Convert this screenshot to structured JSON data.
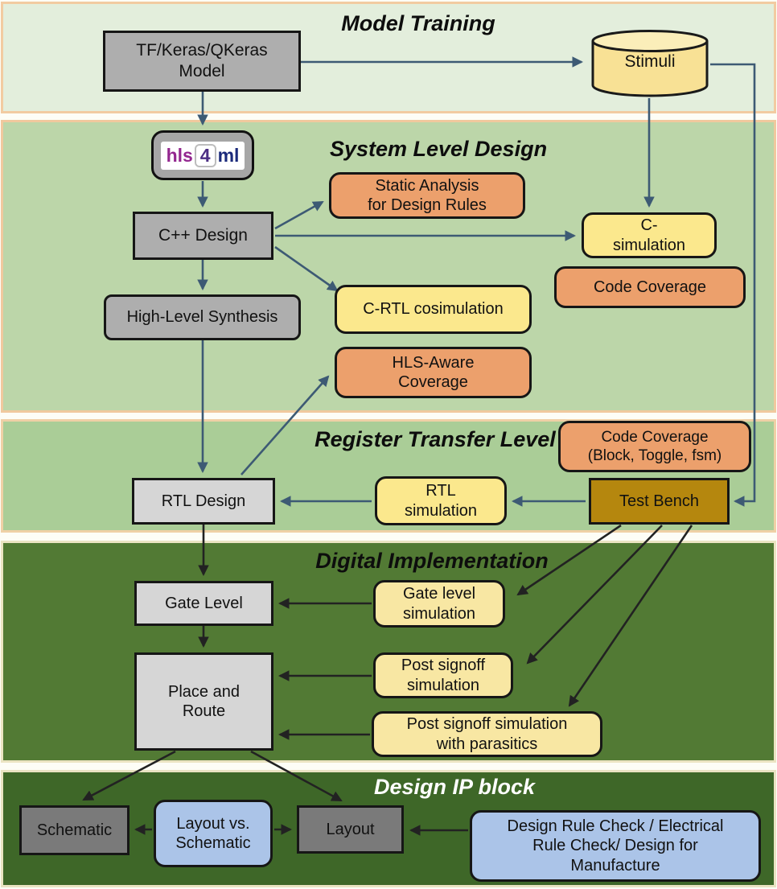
{
  "bands": {
    "model_training": {
      "title": "Model Training"
    },
    "system_level": {
      "title": "System Level Design"
    },
    "rtl": {
      "title": "Register Transfer Level"
    },
    "digital_impl": {
      "title": "Digital Implementation"
    },
    "design_ip": {
      "title": "Design IP block"
    }
  },
  "nodes": {
    "tf_model": {
      "label": "TF/Keras/QKeras\nModel"
    },
    "stimuli": {
      "label": "Stimuli"
    },
    "hls4ml": {
      "hls": "hls",
      "four": "4",
      "ml": "ml"
    },
    "c_design": {
      "label": "C++ Design"
    },
    "static_analysis": {
      "label": "Static Analysis\nfor Design Rules"
    },
    "c_simulation": {
      "label": "C-\nsimulation"
    },
    "code_coverage_sl": {
      "label": "Code Coverage"
    },
    "c_rtl_cosim": {
      "label": "C-RTL cosimulation"
    },
    "hls_synthesis": {
      "label": "High-Level Synthesis"
    },
    "hls_aware": {
      "label": "HLS-Aware\nCoverage"
    },
    "code_coverage_rtl": {
      "label": "Code Coverage\n(Block, Toggle, fsm)"
    },
    "rtl_design": {
      "label": "RTL Design"
    },
    "rtl_simulation": {
      "label": "RTL\nsimulation"
    },
    "test_bench": {
      "label": "Test Bench"
    },
    "gate_level": {
      "label": "Gate Level"
    },
    "gate_level_sim": {
      "label": "Gate level\nsimulation"
    },
    "place_route": {
      "label": "Place and\nRoute"
    },
    "post_signoff": {
      "label": "Post signoff\nsimulation"
    },
    "post_signoff_para": {
      "label": "Post signoff simulation\nwith parasitics"
    },
    "schematic": {
      "label": "Schematic"
    },
    "layout_vs": {
      "label": "Layout vs.\nSchematic"
    },
    "layout": {
      "label": "Layout"
    },
    "drc": {
      "label": "Design Rule Check / Electrical\nRule Check/ Design for\nManufacture"
    }
  },
  "colors": {
    "band1_bg": "#e3eedc",
    "band2_bg": "#bcd6a9",
    "band3_bg": "#aacd97",
    "band4_bg": "#527a34",
    "band5_bg": "#3e6728",
    "band_border_peach": "#f0c99e",
    "band_border_cream": "#ebe4c2",
    "box_gray": "#aeaeae",
    "box_light_gray": "#d6d6d6",
    "box_dark_gray": "#7a7a7a",
    "box_yellow": "#fbe88d",
    "box_yellow_pale": "#f8e7a3",
    "box_orange": "#eca06c",
    "box_blue": "#abc4e8",
    "box_gold": "#b5870e",
    "arrow_slate": "#3d5a74",
    "arrow_dark": "#222222",
    "logo_hls": "#93278f",
    "logo_four": "#4b2e83",
    "logo_ml": "#1b2a7b"
  }
}
